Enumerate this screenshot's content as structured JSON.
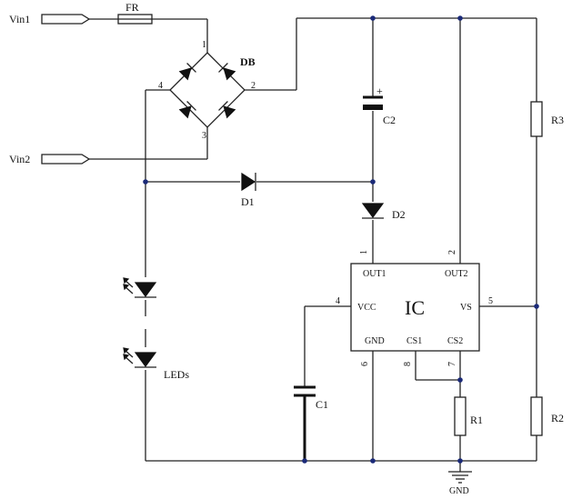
{
  "inputs": {
    "vin1": "Vin1",
    "vin2": "Vin2"
  },
  "components": {
    "fuse": "FR",
    "bridge": "DB",
    "c2": "C2",
    "c2_polarity": "+",
    "r3": "R3",
    "d1": "D1",
    "d2": "D2",
    "leds": "LEDs",
    "c1": "C1",
    "r1": "R1",
    "r2": "R2",
    "gnd": "GND"
  },
  "bridge_pins": {
    "p1": "1",
    "p2": "2",
    "p3": "3",
    "p4": "4"
  },
  "ic": {
    "name": "IC",
    "out1": "OUT1",
    "out2": "OUT2",
    "vcc": "VCC",
    "vs": "VS",
    "gnd": "GND",
    "cs1": "CS1",
    "cs2": "CS2",
    "pins": {
      "out1": "1",
      "out2": "2",
      "vcc": "4",
      "vs": "5",
      "gnd": "6",
      "cs2": "7",
      "cs1": "8"
    }
  },
  "colors": {
    "wire": "#222222",
    "junction": "#1b2a78"
  }
}
